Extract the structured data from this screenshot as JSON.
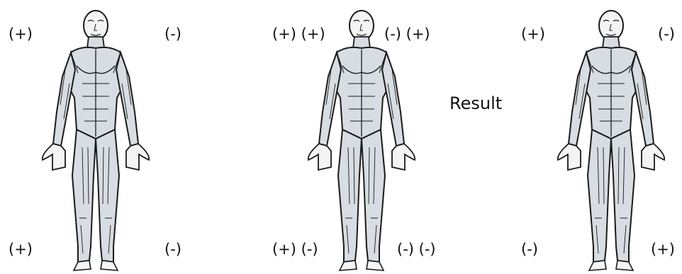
{
  "colors": {
    "background": "#ffffff",
    "ink": "#1a1a1a",
    "muscle_fill": "#d7dde2",
    "skin_fill": "#f4f4f4"
  },
  "icons": [
    "human-muscle-figure-icon"
  ],
  "figures": [
    {
      "name": "figure-1",
      "labels": {
        "top_left": "(+)",
        "top_right": "(-)",
        "bottom_left": "(+)",
        "bottom_right": "(-)"
      }
    },
    {
      "name": "figure-2",
      "labels": {
        "top_left": "(+) (+)",
        "top_right": "(-) (+)",
        "bottom_left": "(+) (-)",
        "bottom_right": "(-) (-)"
      }
    },
    {
      "name": "figure-3",
      "labels": {
        "top_left": "(+)",
        "top_right": "(-)",
        "bottom_left": "(-)",
        "bottom_right": "(+)"
      }
    }
  ],
  "result_label": "Result"
}
